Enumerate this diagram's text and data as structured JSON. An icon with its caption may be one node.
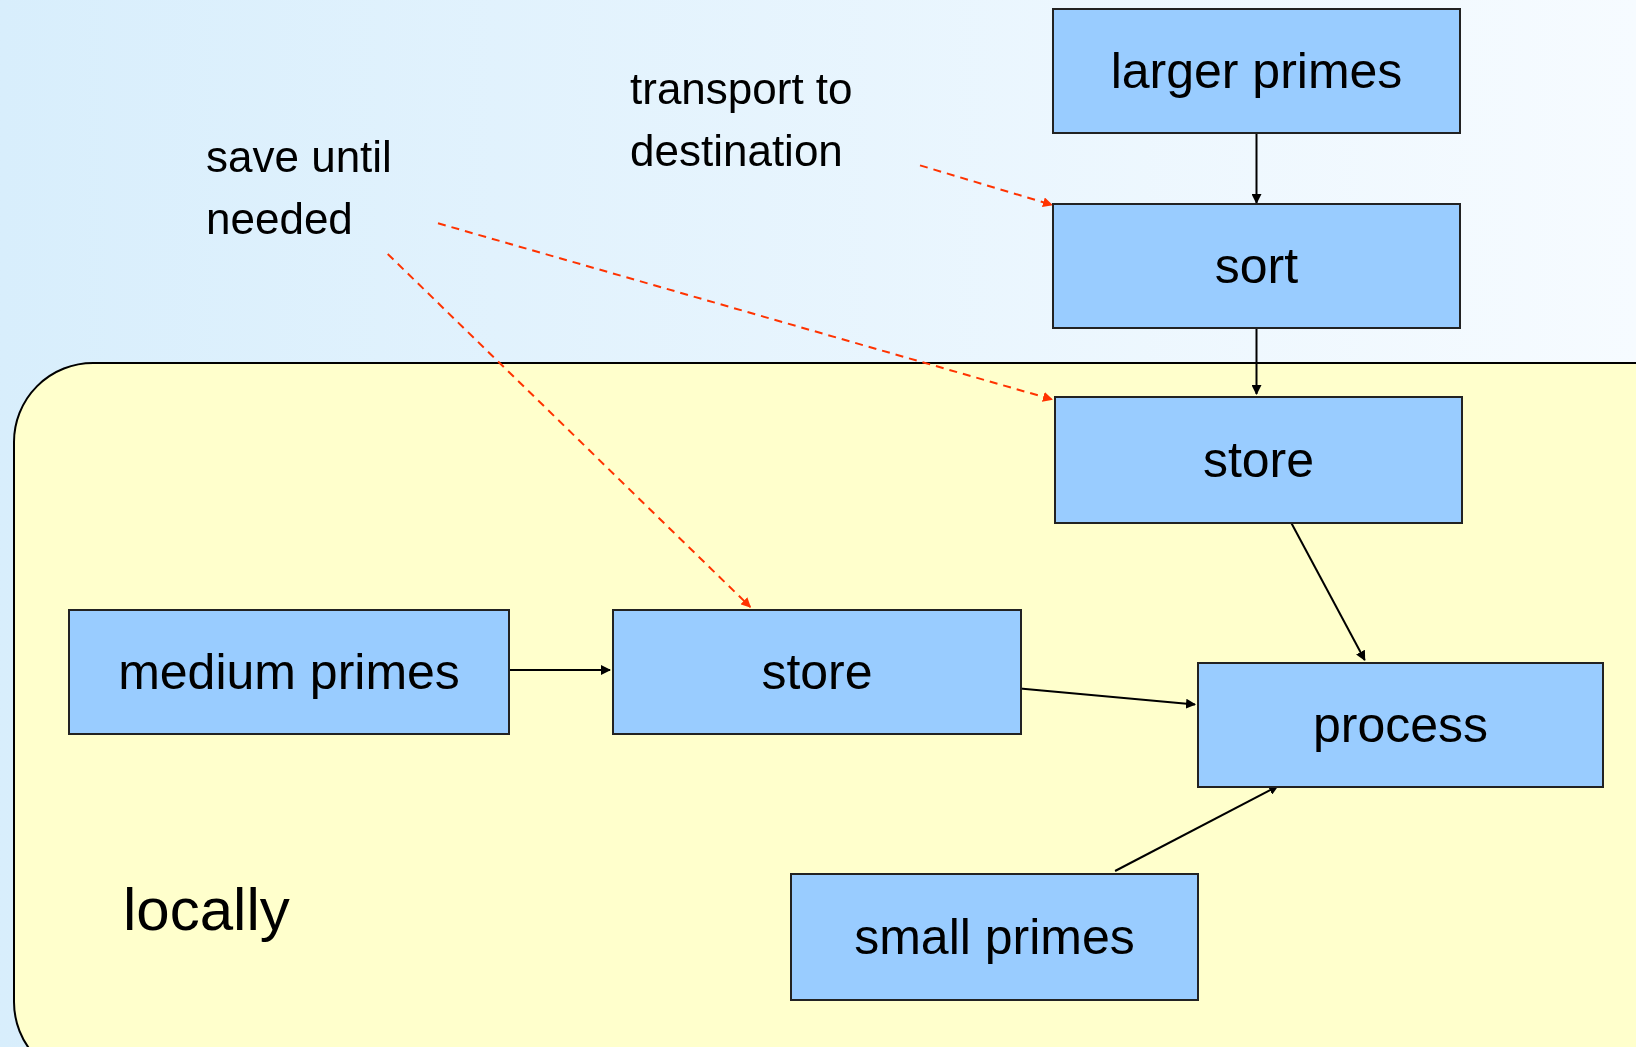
{
  "diagram": {
    "nodes": [
      {
        "text": [
          "larger primes"
        ]
      },
      {
        "text": [
          "transport to destination"
        ]
      },
      {
        "text": [
          "save until needed"
        ]
      },
      {
        "text": [
          "sort"
        ]
      },
      {
        "text": [
          "locally"
        ]
      },
      {
        "text": [
          "store"
        ],
        "in": 4
      },
      {
        "text": [
          "medium primes"
        ],
        "in": 4
      },
      {
        "text": [
          "store"
        ],
        "in": 4
      },
      {
        "text": [
          "process"
        ],
        "in": 4
      },
      {
        "text": [
          "small primes"
        ],
        "in": 4
      }
    ],
    "edges": [
      {
        "from": 0,
        "to": 3,
        "arrow": "to"
      },
      {
        "from": 3,
        "to": 5,
        "arrow": "to"
      },
      {
        "from": 1,
        "to": 3,
        "arrow": "to",
        "style": "dashed",
        "color": "#ff3300"
      },
      {
        "from": 2,
        "to": 5,
        "arrow": "to",
        "style": "dashed",
        "color": "#ff3300"
      },
      {
        "from": 2,
        "to": 7,
        "arrow": "to",
        "style": "dashed",
        "color": "#ff3300"
      },
      {
        "from": 5,
        "to": 8,
        "arrow": "to"
      },
      {
        "from": 6,
        "to": 7,
        "arrow": "to"
      },
      {
        "from": 7,
        "to": 8,
        "arrow": "to"
      },
      {
        "from": 9,
        "to": 8,
        "arrow": "to"
      }
    ]
  }
}
